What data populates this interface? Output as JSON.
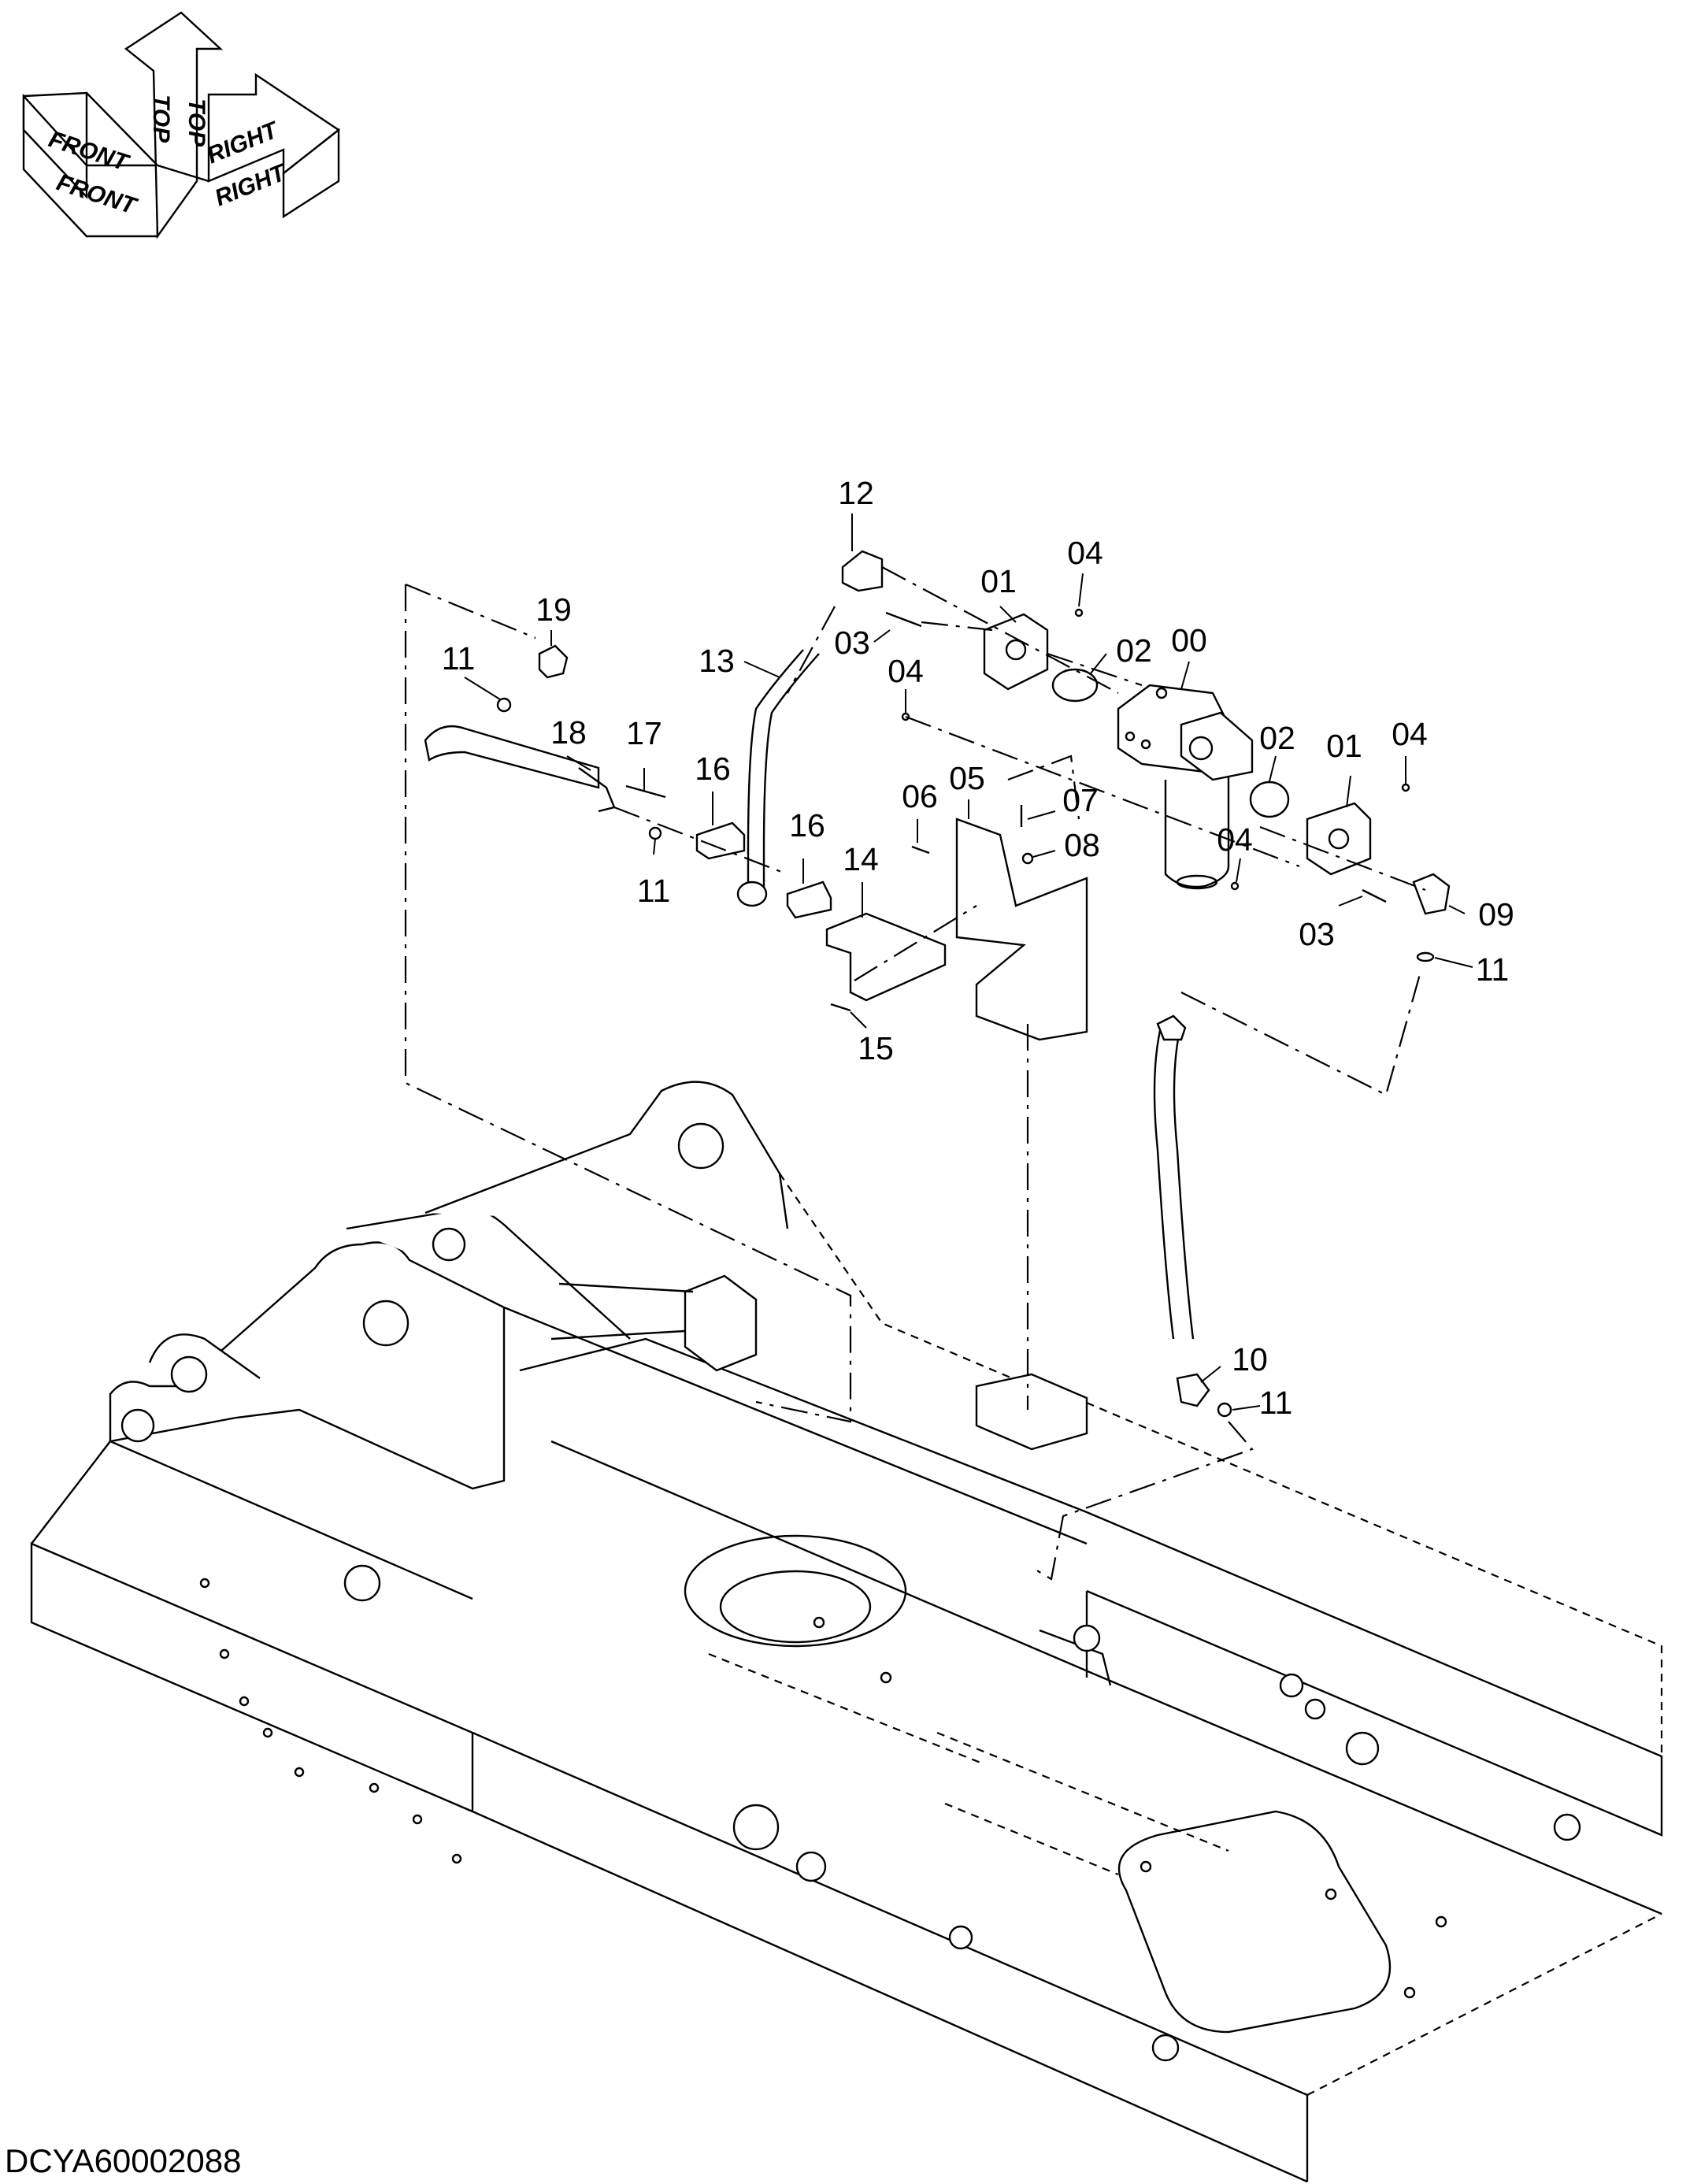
{
  "orientation_symbol": {
    "top": "TOP",
    "front": "FRONT",
    "right": "RIGHT"
  },
  "drawing_reference": "DCYA60002088",
  "callouts": [
    {
      "id": "c12",
      "text": "12"
    },
    {
      "id": "c01a",
      "text": "01"
    },
    {
      "id": "c04a",
      "text": "04"
    },
    {
      "id": "c19",
      "text": "19"
    },
    {
      "id": "c13",
      "text": "13"
    },
    {
      "id": "c03a",
      "text": "03"
    },
    {
      "id": "c02a",
      "text": "02"
    },
    {
      "id": "c00",
      "text": "00"
    },
    {
      "id": "c11a",
      "text": "11"
    },
    {
      "id": "c04b",
      "text": "04"
    },
    {
      "id": "c18",
      "text": "18"
    },
    {
      "id": "c17",
      "text": "17"
    },
    {
      "id": "c16a",
      "text": "16"
    },
    {
      "id": "c02b",
      "text": "02"
    },
    {
      "id": "c01b",
      "text": "01"
    },
    {
      "id": "c04c",
      "text": "04"
    },
    {
      "id": "c06",
      "text": "06"
    },
    {
      "id": "c05",
      "text": "05"
    },
    {
      "id": "c07",
      "text": "07"
    },
    {
      "id": "c16b",
      "text": "16"
    },
    {
      "id": "c08",
      "text": "08"
    },
    {
      "id": "c04d",
      "text": "04"
    },
    {
      "id": "c14",
      "text": "14"
    },
    {
      "id": "c11b",
      "text": "11"
    },
    {
      "id": "c09",
      "text": "09"
    },
    {
      "id": "c03b",
      "text": "03"
    },
    {
      "id": "c11c",
      "text": "11"
    },
    {
      "id": "c15",
      "text": "15"
    },
    {
      "id": "c10",
      "text": "10"
    },
    {
      "id": "c11d",
      "text": "11"
    }
  ]
}
